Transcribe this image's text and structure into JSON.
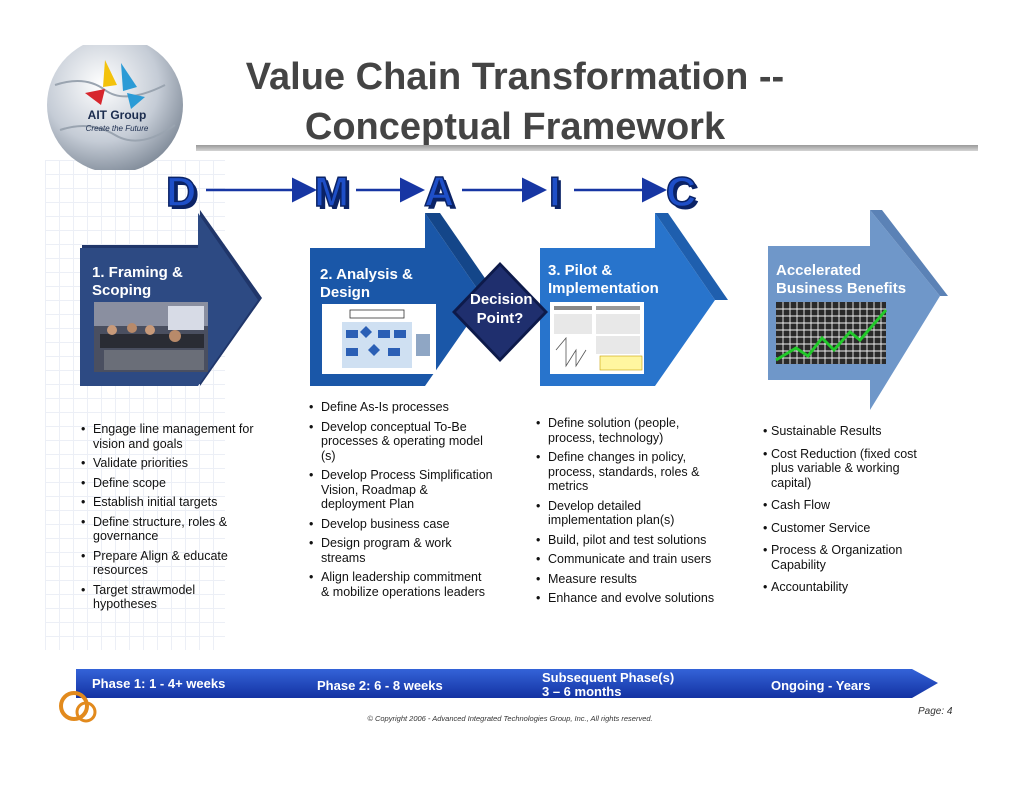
{
  "logo": {
    "name": "AIT Group",
    "tagline": "Create the Future"
  },
  "title": {
    "line1": "Value Chain Transformation --",
    "line2": "Conceptual Framework"
  },
  "dmaic": [
    "D",
    "M",
    "A",
    "I",
    "C"
  ],
  "phases": [
    {
      "title_line1": "1. Framing &",
      "title_line2": "Scoping"
    },
    {
      "title_line1": "2. Analysis &",
      "title_line2": "Design"
    },
    {
      "title_line1": "3. Pilot &",
      "title_line2": "Implementation"
    },
    {
      "title_line1": "Accelerated",
      "title_line2": "Business Benefits"
    }
  ],
  "decision": {
    "line1": "Decision",
    "line2": "Point?"
  },
  "bullets": {
    "col1": [
      "Engage line management for vision and goals",
      "Validate priorities",
      "Define scope",
      "Establish initial targets",
      "Define structure, roles & governance",
      "Prepare Align & educate resources",
      "Target strawmodel hypotheses"
    ],
    "col2": [
      "Define As-Is processes",
      "Develop conceptual To-Be processes & operating model (s)",
      "Develop Process Simplification Vision, Roadmap & deployment Plan",
      "Develop business case",
      "Design program & work streams",
      "Align leadership commitment & mobilize operations leaders"
    ],
    "col3": [
      "Define solution (people, process, technology)",
      "Define changes in policy, process, standards, roles & metrics",
      "Develop detailed implementation plan(s)",
      "Build, pilot and test solutions",
      "Communicate and train users",
      "Measure results",
      "Enhance and evolve solutions"
    ],
    "col4": [
      "Sustainable Results",
      "Cost Reduction (fixed cost plus variable & working capital)",
      "Cash Flow",
      "Customer Service",
      "Process & Organization Capability",
      "Accountability"
    ]
  },
  "timeline": {
    "phase1": "Phase 1:  1 - 4+ weeks",
    "phase2": "Phase 2:  6 - 8 weeks",
    "phase3_line1": "Subsequent Phase(s)",
    "phase3_line2": "3 – 6 months",
    "phase4": "Ongoing - Years"
  },
  "footer": {
    "copyright": "© Copyright 2006 - Advanced Integrated Technologies Group, Inc., All rights reserved.",
    "page": "Page: 4"
  },
  "colors": {
    "phase1": "#2d4a83",
    "phase2": "#1a57a8",
    "phase3": "#2874cc",
    "phase4": "#6f97c9",
    "decision": "#1f2f6e",
    "timeline": "#1b3fb8",
    "dmaic_arrow": "#1736a3"
  }
}
